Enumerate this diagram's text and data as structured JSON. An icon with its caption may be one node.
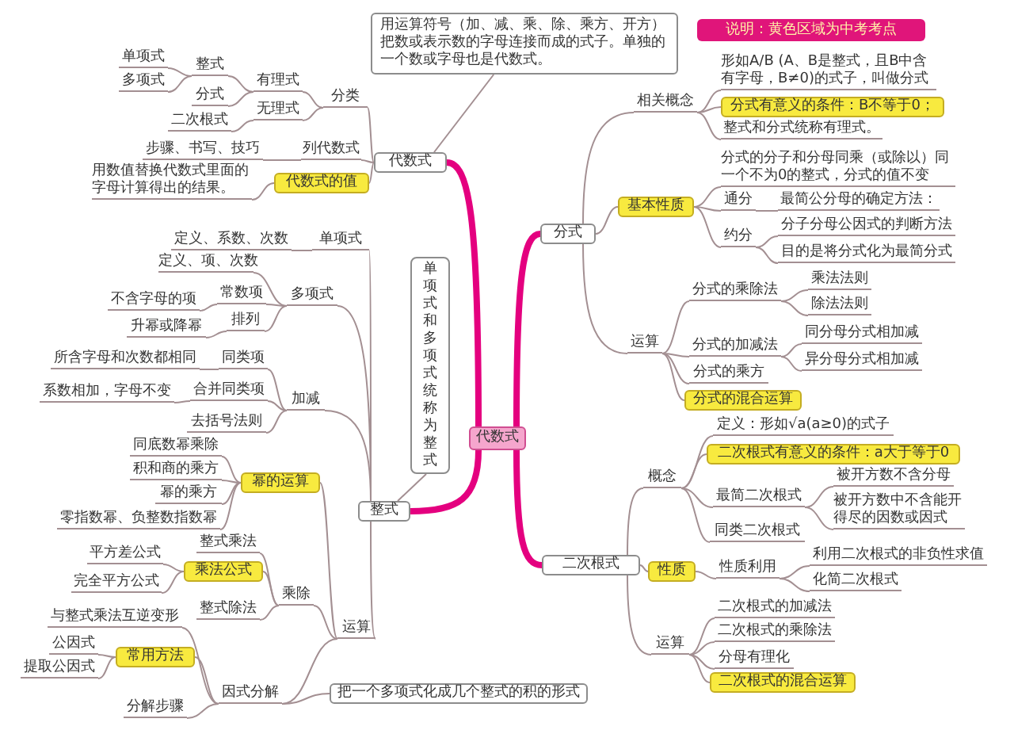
{
  "diagram": {
    "nodes": [
      {
        "text": [
          "代数式"
        ]
      },
      {
        "text": [
          "代数式"
        ]
      },
      {
        "text": [
          "用运算符号（加、减、乘、除、乘方、开方）把数或表示数的字母连接而成的式子。单独的一个数或字母也是代数式。"
        ]
      },
      {
        "text": [
          "分类"
        ]
      },
      {
        "text": [
          "有理式"
        ]
      },
      {
        "text": [
          "整式"
        ]
      },
      {
        "text": [
          "单项式"
        ]
      },
      {
        "text": [
          "多项式"
        ]
      },
      {
        "text": [
          "分式"
        ]
      },
      {
        "text": [
          "无理式"
        ]
      },
      {
        "text": [
          "二次根式"
        ]
      },
      {
        "text": [
          "列代数式"
        ]
      },
      {
        "text": [
          "步骤、书写、技巧"
        ]
      },
      {
        "text": [
          "代数式的值"
        ]
      },
      {
        "text": [
          "用数值替换代数式里面的字母计算得出的结果。"
        ]
      },
      {
        "text": [
          "整式"
        ]
      },
      {
        "text": [
          "单项式和多项式统称为整式"
        ]
      },
      {
        "text": [
          "单项式"
        ]
      },
      {
        "text": [
          "定义、系数、次数"
        ]
      },
      {
        "text": [
          "多项式"
        ]
      },
      {
        "text": [
          "定义、项、次数"
        ]
      },
      {
        "text": [
          "常数项"
        ]
      },
      {
        "text": [
          "不含字母的项"
        ]
      },
      {
        "text": [
          "排列"
        ]
      },
      {
        "text": [
          "升幂或降幂"
        ]
      },
      {
        "text": [
          "加减"
        ]
      },
      {
        "text": [
          "同类项"
        ]
      },
      {
        "text": [
          "所含字母和次数都相同"
        ]
      },
      {
        "text": [
          "合并同类项"
        ]
      },
      {
        "text": [
          "系数相加，字母不变"
        ]
      },
      {
        "text": [
          "去括号法则"
        ]
      },
      {
        "text": [
          "运算"
        ]
      },
      {
        "text": [
          "幂的运算"
        ]
      },
      {
        "text": [
          "同底数幂乘除"
        ]
      },
      {
        "text": [
          "积和商的乘方"
        ]
      },
      {
        "text": [
          "幂的乘方"
        ]
      },
      {
        "text": [
          "零指数幂、负整数指数幂"
        ]
      },
      {
        "text": [
          "乘除"
        ]
      },
      {
        "text": [
          "整式乘法"
        ]
      },
      {
        "text": [
          "乘法公式"
        ]
      },
      {
        "text": [
          "平方差公式"
        ]
      },
      {
        "text": [
          "完全平方公式"
        ]
      },
      {
        "text": [
          "整式除法"
        ]
      },
      {
        "text": [
          "因式分解"
        ]
      },
      {
        "text": [
          "与整式乘法互逆变形"
        ]
      },
      {
        "text": [
          "常用方法"
        ]
      },
      {
        "text": [
          "公因式"
        ]
      },
      {
        "text": [
          "提取公因式"
        ]
      },
      {
        "text": [
          "分解步骤"
        ]
      },
      {
        "text": [
          "把一个多项式化成几个整式的积的形式"
        ]
      },
      {
        "text": [
          "分式"
        ]
      },
      {
        "text": [
          "相关概念"
        ]
      },
      {
        "text": [
          "形如A/B (A、B是整式，且B中含有字母，B≠0)的式子，叫做分式"
        ]
      },
      {
        "text": [
          "分式有意义的条件：B不等于0；"
        ]
      },
      {
        "text": [
          "整式和分式统称有理式。"
        ]
      },
      {
        "text": [
          "基本性质"
        ]
      },
      {
        "text": [
          "分式的分子和分母同乘（或除以）同一个不为0的整式，分式的值不变"
        ]
      },
      {
        "text": [
          "通分"
        ]
      },
      {
        "text": [
          "最简公分母的确定方法："
        ]
      },
      {
        "text": [
          "约分"
        ]
      },
      {
        "text": [
          "分子分母公因式的判断方法"
        ]
      },
      {
        "text": [
          "目的是将分式化为最简分式"
        ]
      },
      {
        "text": [
          "运算"
        ]
      },
      {
        "text": [
          "分式的乘除法"
        ]
      },
      {
        "text": [
          "乘法法则"
        ]
      },
      {
        "text": [
          "除法法则"
        ]
      },
      {
        "text": [
          "分式的加减法"
        ]
      },
      {
        "text": [
          "同分母分式相加减"
        ]
      },
      {
        "text": [
          "异分母分式相加减"
        ]
      },
      {
        "text": [
          "分式的乘方"
        ]
      },
      {
        "text": [
          "分式的混合运算"
        ]
      },
      {
        "text": [
          "二次根式"
        ]
      },
      {
        "text": [
          "概念"
        ]
      },
      {
        "text": [
          "定义：形如√a(a≥0)的式子"
        ]
      },
      {
        "text": [
          "二次根式有意义的条件：a大于等于0"
        ]
      },
      {
        "text": [
          "最简二次根式"
        ]
      },
      {
        "text": [
          "被开方数不含分母"
        ]
      },
      {
        "text": [
          "被开方数中不含能开得尽的因数或因式"
        ]
      },
      {
        "text": [
          "同类二次根式"
        ]
      },
      {
        "text": [
          "性质"
        ]
      },
      {
        "text": [
          "性质利用"
        ]
      },
      {
        "text": [
          "利用二次根式的非负性求值"
        ]
      },
      {
        "text": [
          "化简二次根式"
        ]
      },
      {
        "text": [
          "运算"
        ]
      },
      {
        "text": [
          "二次根式的加减法"
        ]
      },
      {
        "text": [
          "二次根式的乘除法"
        ]
      },
      {
        "text": [
          "分母有理化"
        ]
      },
      {
        "text": [
          "二次根式的混合运算"
        ]
      },
      {
        "text": [
          "说明：黄色区域为中考考点"
        ]
      }
    ],
    "edges": [
      {
        "from": 0,
        "to": 1,
        "arrow": "none",
        "style": "thick",
        "color": "#e4007f"
      },
      {
        "from": 0,
        "to": 15,
        "arrow": "none",
        "style": "thick",
        "color": "#e4007f"
      },
      {
        "from": 0,
        "to": 50,
        "arrow": "none",
        "style": "thick",
        "color": "#e4007f"
      },
      {
        "from": 0,
        "to": 71,
        "arrow": "none",
        "style": "thick",
        "color": "#e4007f"
      },
      {
        "from": 1,
        "to": 2,
        "arrow": "none"
      },
      {
        "from": 1,
        "to": 3,
        "arrow": "none"
      },
      {
        "from": 3,
        "to": 4,
        "arrow": "none"
      },
      {
        "from": 4,
        "to": 5,
        "arrow": "none"
      },
      {
        "from": 5,
        "to": 6,
        "arrow": "none"
      },
      {
        "from": 5,
        "to": 7,
        "arrow": "none"
      },
      {
        "from": 4,
        "to": 8,
        "arrow": "none"
      },
      {
        "from": 3,
        "to": 9,
        "arrow": "none"
      },
      {
        "from": 9,
        "to": 10,
        "arrow": "none"
      },
      {
        "from": 1,
        "to": 11,
        "arrow": "none"
      },
      {
        "from": 11,
        "to": 12,
        "arrow": "none"
      },
      {
        "from": 1,
        "to": 13,
        "arrow": "none"
      },
      {
        "from": 13,
        "to": 14,
        "arrow": "none"
      },
      {
        "from": 15,
        "to": 16,
        "arrow": "none"
      },
      {
        "from": 15,
        "to": 17,
        "arrow": "none"
      },
      {
        "from": 17,
        "to": 18,
        "arrow": "none"
      },
      {
        "from": 15,
        "to": 19,
        "arrow": "none"
      },
      {
        "from": 19,
        "to": 20,
        "arrow": "none"
      },
      {
        "from": 19,
        "to": 21,
        "arrow": "none"
      },
      {
        "from": 21,
        "to": 22,
        "arrow": "none"
      },
      {
        "from": 19,
        "to": 23,
        "arrow": "none"
      },
      {
        "from": 23,
        "to": 24,
        "arrow": "none"
      },
      {
        "from": 15,
        "to": 25,
        "arrow": "none"
      },
      {
        "from": 25,
        "to": 26,
        "arrow": "none"
      },
      {
        "from": 26,
        "to": 27,
        "arrow": "none"
      },
      {
        "from": 25,
        "to": 28,
        "arrow": "none"
      },
      {
        "from": 28,
        "to": 29,
        "arrow": "none"
      },
      {
        "from": 25,
        "to": 30,
        "arrow": "none"
      },
      {
        "from": 15,
        "to": 31,
        "arrow": "none"
      },
      {
        "from": 31,
        "to": 32,
        "arrow": "none"
      },
      {
        "from": 32,
        "to": 33,
        "arrow": "none"
      },
      {
        "from": 32,
        "to": 34,
        "arrow": "none"
      },
      {
        "from": 32,
        "to": 35,
        "arrow": "none"
      },
      {
        "from": 32,
        "to": 36,
        "arrow": "none"
      },
      {
        "from": 31,
        "to": 37,
        "arrow": "none"
      },
      {
        "from": 37,
        "to": 38,
        "arrow": "none"
      },
      {
        "from": 37,
        "to": 39,
        "arrow": "none"
      },
      {
        "from": 39,
        "to": 40,
        "arrow": "none"
      },
      {
        "from": 39,
        "to": 41,
        "arrow": "none"
      },
      {
        "from": 37,
        "to": 42,
        "arrow": "none"
      },
      {
        "from": 31,
        "to": 43,
        "arrow": "none"
      },
      {
        "from": 43,
        "to": 44,
        "arrow": "none"
      },
      {
        "from": 43,
        "to": 45,
        "arrow": "none"
      },
      {
        "from": 45,
        "to": 46,
        "arrow": "none"
      },
      {
        "from": 45,
        "to": 47,
        "arrow": "none"
      },
      {
        "from": 43,
        "to": 48,
        "arrow": "none"
      },
      {
        "from": 43,
        "to": 49,
        "arrow": "none"
      },
      {
        "from": 50,
        "to": 51,
        "arrow": "none"
      },
      {
        "from": 51,
        "to": 52,
        "arrow": "none"
      },
      {
        "from": 51,
        "to": 53,
        "arrow": "none"
      },
      {
        "from": 51,
        "to": 54,
        "arrow": "none"
      },
      {
        "from": 50,
        "to": 55,
        "arrow": "none"
      },
      {
        "from": 55,
        "to": 56,
        "arrow": "none"
      },
      {
        "from": 55,
        "to": 57,
        "arrow": "none"
      },
      {
        "from": 57,
        "to": 58,
        "arrow": "none"
      },
      {
        "from": 55,
        "to": 59,
        "arrow": "none"
      },
      {
        "from": 59,
        "to": 60,
        "arrow": "none"
      },
      {
        "from": 59,
        "to": 61,
        "arrow": "none"
      },
      {
        "from": 50,
        "to": 62,
        "arrow": "none"
      },
      {
        "from": 62,
        "to": 63,
        "arrow": "none"
      },
      {
        "from": 63,
        "to": 64,
        "arrow": "none"
      },
      {
        "from": 63,
        "to": 65,
        "arrow": "none"
      },
      {
        "from": 62,
        "to": 66,
        "arrow": "none"
      },
      {
        "from": 66,
        "to": 67,
        "arrow": "none"
      },
      {
        "from": 66,
        "to": 68,
        "arrow": "none"
      },
      {
        "from": 62,
        "to": 69,
        "arrow": "none"
      },
      {
        "from": 62,
        "to": 70,
        "arrow": "none"
      },
      {
        "from": 71,
        "to": 72,
        "arrow": "none"
      },
      {
        "from": 72,
        "to": 73,
        "arrow": "none"
      },
      {
        "from": 72,
        "to": 74,
        "arrow": "none"
      },
      {
        "from": 72,
        "to": 75,
        "arrow": "none"
      },
      {
        "from": 75,
        "to": 76,
        "arrow": "none"
      },
      {
        "from": 75,
        "to": 77,
        "arrow": "none"
      },
      {
        "from": 72,
        "to": 78,
        "arrow": "none"
      },
      {
        "from": 71,
        "to": 79,
        "arrow": "none"
      },
      {
        "from": 79,
        "to": 80,
        "arrow": "none"
      },
      {
        "from": 80,
        "to": 81,
        "arrow": "none"
      },
      {
        "from": 80,
        "to": 82,
        "arrow": "none"
      },
      {
        "from": 71,
        "to": 83,
        "arrow": "none"
      },
      {
        "from": 83,
        "to": 84,
        "arrow": "none"
      },
      {
        "from": 83,
        "to": 85,
        "arrow": "none"
      },
      {
        "from": 83,
        "to": 86,
        "arrow": "none"
      },
      {
        "from": 83,
        "to": 87,
        "arrow": "none"
      }
    ]
  }
}
